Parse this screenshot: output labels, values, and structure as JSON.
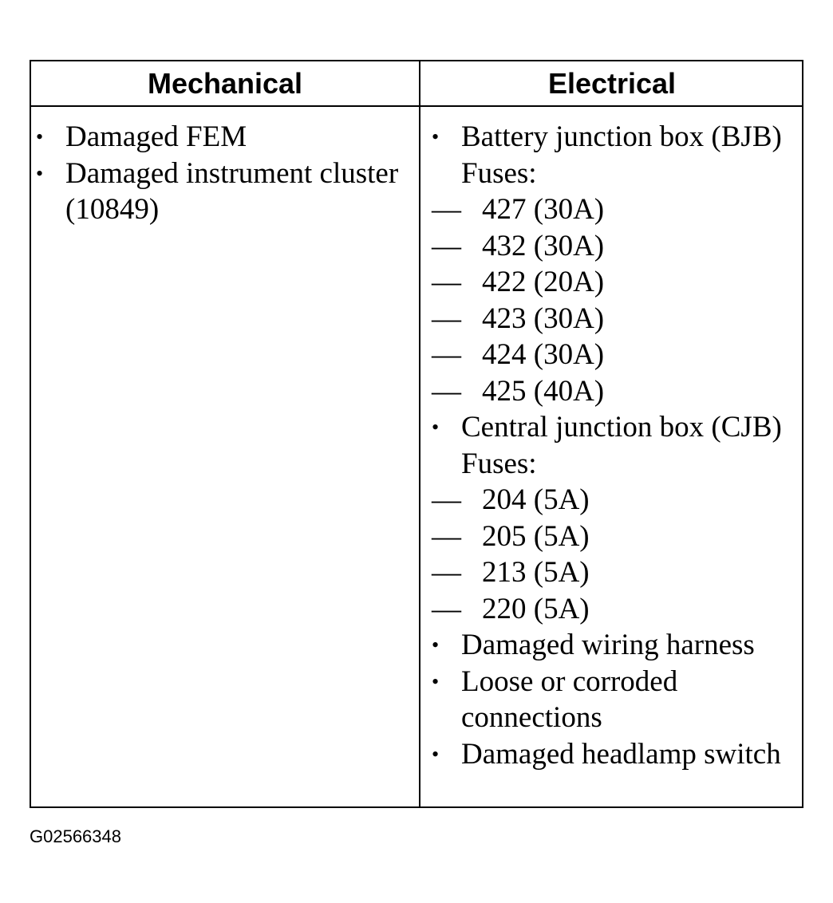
{
  "table": {
    "headers": {
      "mechanical": "Mechanical",
      "electrical": "Electrical"
    },
    "mechanical": [
      {
        "text": "Damaged FEM"
      },
      {
        "text": "Damaged instrument cluster (10849)"
      }
    ],
    "electrical": [
      {
        "text": "Battery junction box (BJB) Fuses:",
        "subitems": [
          "427 (30A)",
          "432 (30A)",
          "422 (20A)",
          "423 (30A)",
          "424 (30A)",
          "425 (40A)"
        ]
      },
      {
        "text": "Central junction box (CJB) Fuses:",
        "subitems": [
          "204 (5A)",
          "205 (5A)",
          "213 (5A)",
          "220 (5A)"
        ]
      },
      {
        "text": "Damaged wiring harness"
      },
      {
        "text": "Loose or corroded connections"
      },
      {
        "text": "Damaged headlamp switch"
      }
    ]
  },
  "figure_id": "G02566348",
  "bullet_glyph": "•",
  "dash_glyph": "—"
}
